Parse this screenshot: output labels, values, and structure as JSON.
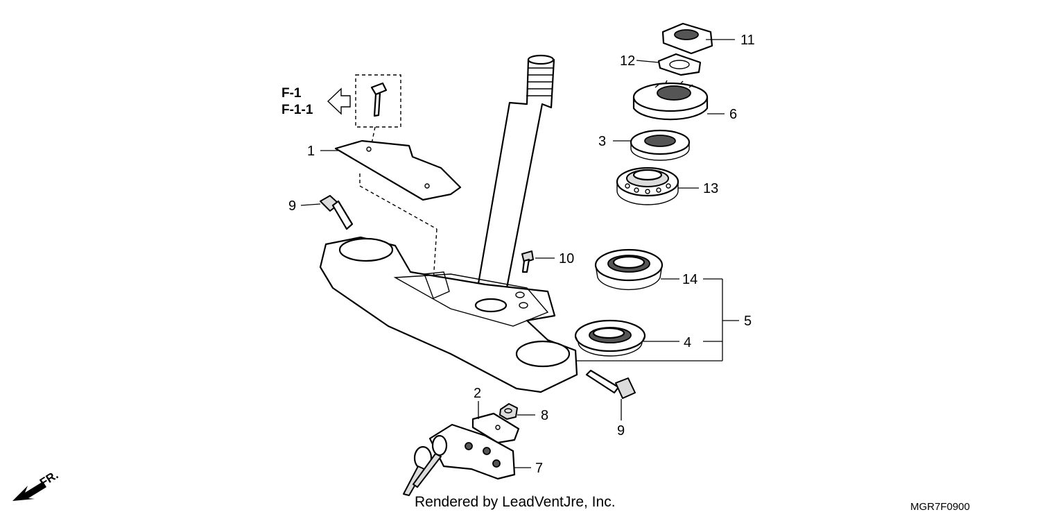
{
  "diagram": {
    "callouts": {
      "c1": "1",
      "c2": "2",
      "c3": "3",
      "c4": "4",
      "c5": "5",
      "c6": "6",
      "c7": "7",
      "c8": "8",
      "c9a": "9",
      "c9b": "9",
      "c10": "10",
      "c11": "11",
      "c12": "12",
      "c13": "13",
      "c14": "14"
    },
    "reference": {
      "line1": "F-1",
      "line2": "F-1-1"
    },
    "direction": "FR.",
    "footer": "Rendered by LeadVentJre, Inc.",
    "code": "MGR7F0900"
  }
}
